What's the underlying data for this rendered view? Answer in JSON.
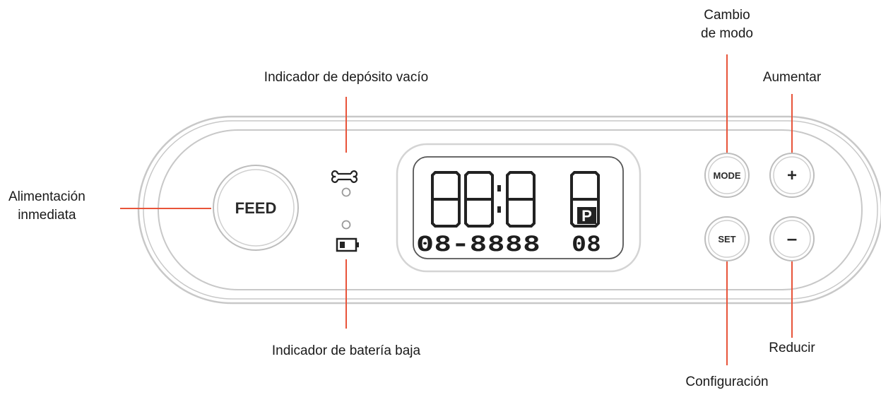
{
  "buttons": {
    "feed": "FEED",
    "mode": "MODE",
    "set": "SET",
    "plus": "+",
    "minus": "–"
  },
  "display": {
    "main_digits": "8888",
    "pm_indicator": "P",
    "bottom_left": "08-8888",
    "bottom_right": "08"
  },
  "labels": {
    "feed_line1": "Alimentación",
    "feed_line2": "inmediata",
    "empty_tank": "Indicador de depósito vacío",
    "low_battery": "Indicador de batería baja",
    "mode_line1": "Cambio",
    "mode_line2": "de modo",
    "increase": "Aumentar",
    "decrease": "Reducir",
    "settings": "Configuración"
  },
  "icons": {
    "tank": "bone-icon",
    "battery": "battery-low-icon"
  },
  "colors": {
    "leader_line": "#e8543a",
    "outline": "#bdbdbd"
  }
}
